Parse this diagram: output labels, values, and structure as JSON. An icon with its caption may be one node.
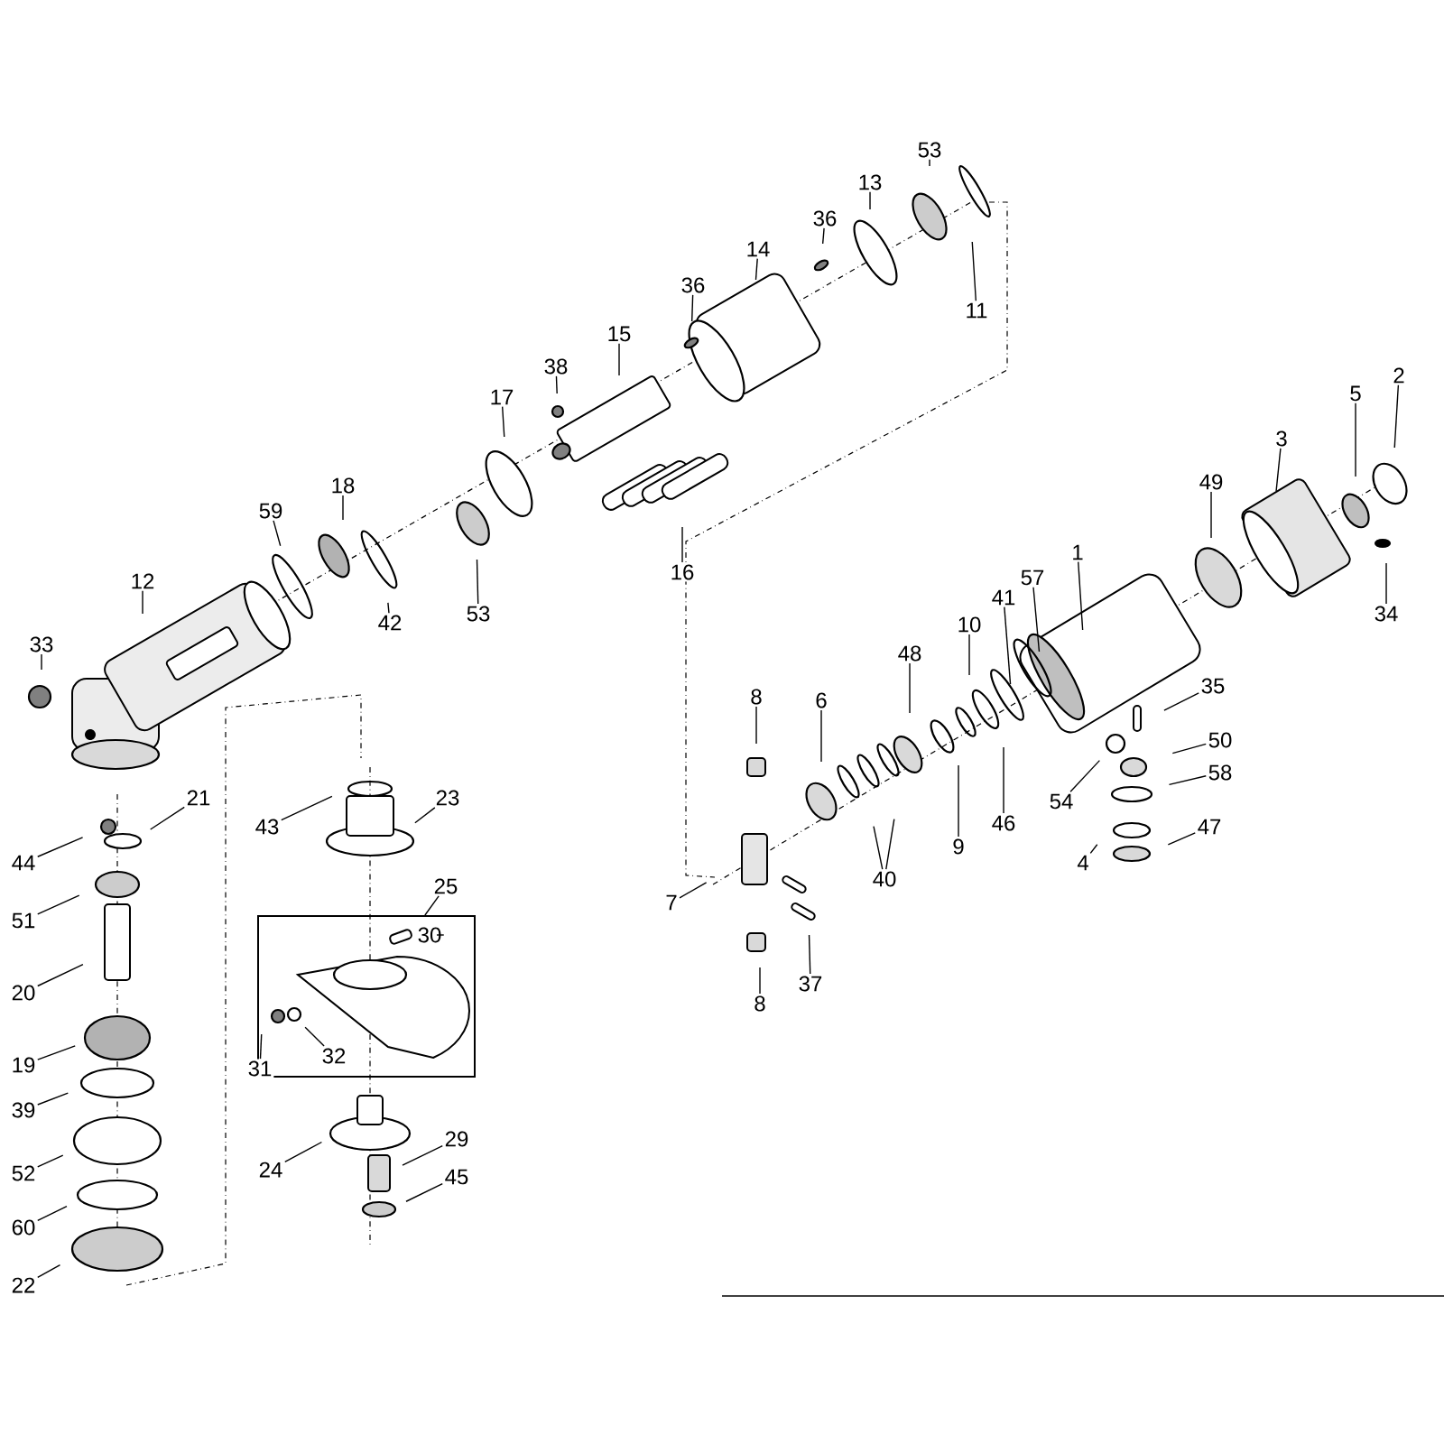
{
  "diagram": {
    "nodes": [
      {
        "text": [
          "53"
        ]
      },
      {
        "text": [
          "13"
        ]
      },
      {
        "text": [
          "36"
        ]
      },
      {
        "text": [
          "14"
        ]
      },
      {
        "text": [
          "36"
        ]
      },
      {
        "text": [
          "11"
        ]
      },
      {
        "text": [
          "15"
        ]
      },
      {
        "text": [
          "38"
        ]
      },
      {
        "text": [
          "2"
        ]
      },
      {
        "text": [
          "5"
        ]
      },
      {
        "text": [
          "17"
        ]
      },
      {
        "text": [
          "3"
        ]
      },
      {
        "text": [
          "49"
        ]
      },
      {
        "text": [
          "18"
        ]
      },
      {
        "text": [
          "59"
        ]
      },
      {
        "text": [
          "1"
        ]
      },
      {
        "text": [
          "16"
        ]
      },
      {
        "text": [
          "57"
        ]
      },
      {
        "text": [
          "12"
        ]
      },
      {
        "text": [
          "41"
        ]
      },
      {
        "text": [
          "53"
        ]
      },
      {
        "text": [
          "34"
        ]
      },
      {
        "text": [
          "42"
        ]
      },
      {
        "text": [
          "10"
        ]
      },
      {
        "text": [
          "33"
        ]
      },
      {
        "text": [
          "48"
        ]
      },
      {
        "text": [
          "35"
        ]
      },
      {
        "text": [
          "6"
        ]
      },
      {
        "text": [
          "8"
        ]
      },
      {
        "text": [
          "50"
        ]
      },
      {
        "text": [
          "58"
        ]
      },
      {
        "text": [
          "54"
        ]
      },
      {
        "text": [
          "21"
        ]
      },
      {
        "text": [
          "23"
        ]
      },
      {
        "text": [
          "46"
        ]
      },
      {
        "text": [
          "43"
        ]
      },
      {
        "text": [
          "47"
        ]
      },
      {
        "text": [
          "9"
        ]
      },
      {
        "text": [
          "4"
        ]
      },
      {
        "text": [
          "44"
        ]
      },
      {
        "text": [
          "40"
        ]
      },
      {
        "text": [
          "25"
        ]
      },
      {
        "text": [
          "7"
        ]
      },
      {
        "text": [],
        "shape": "box"
      },
      {
        "text": [
          "30"
        ],
        "in": 43
      },
      {
        "text": [
          "51"
        ]
      },
      {
        "text": [
          "37"
        ]
      },
      {
        "text": [
          "20"
        ]
      },
      {
        "text": [
          "8"
        ]
      },
      {
        "text": [
          "32"
        ],
        "in": 43
      },
      {
        "text": [
          "19"
        ]
      },
      {
        "text": [
          "31"
        ],
        "in": 43
      },
      {
        "text": [
          "39"
        ]
      },
      {
        "text": [
          "29"
        ]
      },
      {
        "text": [
          "24"
        ]
      },
      {
        "text": [
          "52"
        ]
      },
      {
        "text": [
          "45"
        ]
      },
      {
        "text": [
          "60"
        ]
      },
      {
        "text": [
          "22"
        ]
      }
    ],
    "edges": [
      {
        "from": 0,
        "to": null,
        "arrow": "none"
      },
      {
        "from": 1,
        "to": null,
        "arrow": "none"
      },
      {
        "from": 2,
        "to": null,
        "arrow": "none"
      },
      {
        "from": 3,
        "to": null,
        "arrow": "none"
      },
      {
        "from": 4,
        "to": null,
        "arrow": "none"
      },
      {
        "from": 5,
        "to": null,
        "arrow": "none"
      },
      {
        "from": 6,
        "to": null,
        "arrow": "none"
      },
      {
        "from": 7,
        "to": null,
        "arrow": "none"
      },
      {
        "from": 8,
        "to": null,
        "arrow": "none"
      },
      {
        "from": 9,
        "to": null,
        "arrow": "none"
      },
      {
        "from": 10,
        "to": null,
        "arrow": "none"
      },
      {
        "from": 11,
        "to": null,
        "arrow": "none"
      },
      {
        "from": 12,
        "to": null,
        "arrow": "none"
      },
      {
        "from": 13,
        "to": null,
        "arrow": "none"
      },
      {
        "from": 14,
        "to": null,
        "arrow": "none"
      },
      {
        "from": 15,
        "to": null,
        "arrow": "none"
      },
      {
        "from": 16,
        "to": null,
        "arrow": "none"
      },
      {
        "from": 17,
        "to": null,
        "arrow": "none"
      },
      {
        "from": 18,
        "to": null,
        "arrow": "none"
      },
      {
        "from": 19,
        "to": null,
        "arrow": "none"
      },
      {
        "from": 20,
        "to": null,
        "arrow": "none"
      },
      {
        "from": 21,
        "to": null,
        "arrow": "none"
      },
      {
        "from": 22,
        "to": null,
        "arrow": "none"
      },
      {
        "from": 23,
        "to": null,
        "arrow": "none"
      },
      {
        "from": 24,
        "to": null,
        "arrow": "none"
      },
      {
        "from": 25,
        "to": null,
        "arrow": "none"
      },
      {
        "from": 26,
        "to": null,
        "arrow": "none"
      },
      {
        "from": 27,
        "to": null,
        "arrow": "none"
      },
      {
        "from": 28,
        "to": null,
        "arrow": "none"
      },
      {
        "from": 29,
        "to": null,
        "arrow": "none"
      },
      {
        "from": 30,
        "to": null,
        "arrow": "none"
      },
      {
        "from": 31,
        "to": null,
        "arrow": "none"
      },
      {
        "from": 32,
        "to": null,
        "arrow": "none"
      },
      {
        "from": 33,
        "to": null,
        "arrow": "none"
      },
      {
        "from": 34,
        "to": null,
        "arrow": "none"
      },
      {
        "from": 35,
        "to": null,
        "arrow": "none"
      },
      {
        "from": 36,
        "to": null,
        "arrow": "none"
      },
      {
        "from": 37,
        "to": null,
        "arrow": "none"
      },
      {
        "from": 38,
        "to": null,
        "arrow": "none"
      },
      {
        "from": 39,
        "to": null,
        "arrow": "none"
      },
      {
        "from": 40,
        "to": null,
        "arrow": "none"
      },
      {
        "from": 40,
        "to": null,
        "arrow": "none"
      },
      {
        "from": 41,
        "to": 43,
        "arrow": "none"
      },
      {
        "from": 42,
        "to": null,
        "arrow": "none"
      },
      {
        "from": 44,
        "to": null,
        "arrow": "none"
      },
      {
        "from": 45,
        "to": null,
        "arrow": "none"
      },
      {
        "from": 46,
        "to": null,
        "arrow": "none"
      },
      {
        "from": 47,
        "to": null,
        "arrow": "none"
      },
      {
        "from": 48,
        "to": null,
        "arrow": "none"
      },
      {
        "from": 49,
        "to": null,
        "arrow": "none"
      },
      {
        "from": 50,
        "to": null,
        "arrow": "none"
      },
      {
        "from": 51,
        "to": null,
        "arrow": "none"
      },
      {
        "from": 52,
        "to": null,
        "arrow": "none"
      },
      {
        "from": 53,
        "to": null,
        "arrow": "none"
      },
      {
        "from": 54,
        "to": null,
        "arrow": "none"
      },
      {
        "from": 55,
        "to": null,
        "arrow": "none"
      },
      {
        "from": 56,
        "to": null,
        "arrow": "none"
      },
      {
        "from": 57,
        "to": null,
        "arrow": "none"
      },
      {
        "from": 58,
        "to": null,
        "arrow": "none"
      }
    ]
  }
}
